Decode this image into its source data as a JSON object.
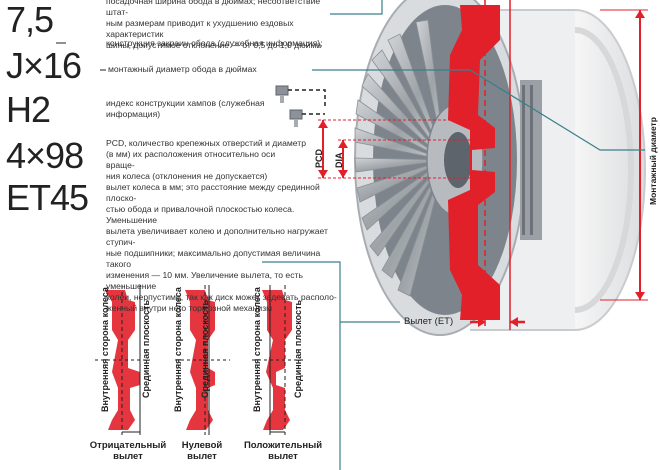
{
  "codes": {
    "width": "7,5",
    "flange": "J×16",
    "hump": "H2",
    "pcd": "4×98",
    "et": "ET45"
  },
  "descriptions": {
    "width_line1": "посадочная ширина обода в дюймах; несоответствие штат-",
    "width_line2": "ным размерам приводит к ухудшению ездовых характеристик",
    "width_line3": "шины, допустимое отклонение — от 0,5 до 1,0 дюйма",
    "flange": "конструкция закраин обода (служебная информация);",
    "mount": "монтажный диаметр обода в дюймах",
    "hump_line1": "индекс конструкции хампов (служебная",
    "hump_line2": "информация)",
    "pcd_line1": "PCD, количество крепежных отверстий и диаметр",
    "pcd_line2": "(в мм) их расположения относительно оси враще-",
    "pcd_line3": "ния колеса (отклонения не допускается)",
    "et_line1": "вылет колеса в мм; это расстояние между срединной плоско-",
    "et_line2": "стью обода и привалочной плоскостью колеса. Уменьшение",
    "et_line3": "вылета увеличивает колею и дополнительно нагружает ступич-",
    "et_line4": "ные подшипники; максимально допустимая величина такого",
    "et_line5": "изменения — 10 мм. Увеличение вылета, то есть уменьшение",
    "et_line6": "колеи, нерпустимо, так как диск может задевать располо-",
    "et_line7": "женный внутри него тормозной механизм"
  },
  "wheel_labels": {
    "pcd": "PCD",
    "dia": "DIA",
    "mount_diameter": "Монтажный диаметр",
    "offset": "Вылет (ET)"
  },
  "profiles": [
    {
      "inner_side": "Внутренняя сторона колеса",
      "mid_plane": "Срединная плоскость",
      "caption_line1": "Отрицательный",
      "caption_line2": "вылет"
    },
    {
      "inner_side": "Внутренняя сторона колеса",
      "mid_plane": "Срединная плоскость",
      "caption_line1": "Нулевой",
      "caption_line2": "вылет"
    },
    {
      "inner_side": "Внутренняя сторона колеса",
      "mid_plane": "Срединная плоскость",
      "caption_line1": "Положительный",
      "caption_line2": "вылет"
    }
  ],
  "colors": {
    "accent_red": "#e2202a",
    "line_dark": "#222222",
    "teal_leader": "#3a7f8c",
    "silver": "#b8bcc0"
  }
}
